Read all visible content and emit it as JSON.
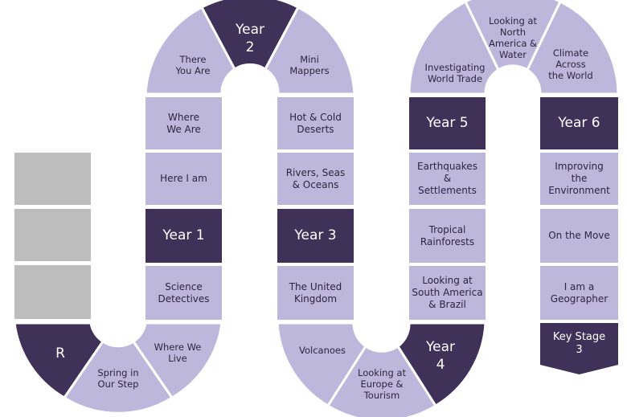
{
  "left_column": {
    "slots": [
      "",
      "",
      ""
    ]
  },
  "reception": {
    "label": "R",
    "next": "Spring in\nOur Step",
    "after": "Where We\nLive"
  },
  "year1": {
    "label": "Year 1",
    "units": [
      "Where\nWe Are",
      "Here I am",
      "Science\nDetectives"
    ]
  },
  "year2": {
    "label": "Year\n2",
    "units": [
      "There\nYou Are",
      "Mini\nMappers"
    ]
  },
  "year3": {
    "label": "Year 3",
    "units": [
      "Hot & Cold\nDeserts",
      "Rivers, Seas\n& Oceans",
      "The United\nKingdom"
    ]
  },
  "bottom_arc_2": {
    "left": "Volcanoes",
    "middle": "Looking at\nEurope &\nTourism"
  },
  "year4": {
    "label": "Year\n4",
    "units": [
      "Looking at\nSouth America\n& Brazil",
      "Tropical\nRainforests",
      "Earthquakes\n&\nSettlements"
    ]
  },
  "year5": {
    "label": "Year 5",
    "units": [
      "Investigating\nWorld Trade",
      "Looking at\nNorth\nAmerica &\nWater"
    ]
  },
  "year6": {
    "label": "Year 6",
    "units": [
      "Climate\nAcross\nthe World",
      "Improving\nthe\nEnvironment",
      "On the Move",
      "I am a\nGeographer"
    ]
  },
  "key_stage_3": {
    "label": "Key Stage\n3"
  },
  "colors": {
    "light": "#bdb7dc",
    "dark": "#3f3158",
    "grey": "#bdbdbd",
    "text": "#2e2540"
  }
}
